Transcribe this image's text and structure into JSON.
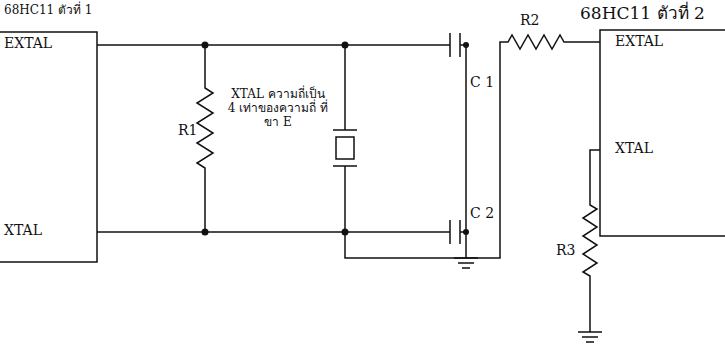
{
  "diagram": {
    "nodes": [
      {
        "text": [
          "68HC11 ตัวที่ 1",
          "EXTAL",
          "XTAL"
        ]
      },
      {
        "text": [
          "68HC11 ตัวที่ 2",
          "EXTAL",
          "XTAL"
        ]
      }
    ],
    "labels": [
      "R1",
      "XTAL ความถี่เป็น 4 เท่าของความถี่ ที่ขา E",
      "C 1",
      "C 2",
      "R2",
      "R3"
    ]
  }
}
